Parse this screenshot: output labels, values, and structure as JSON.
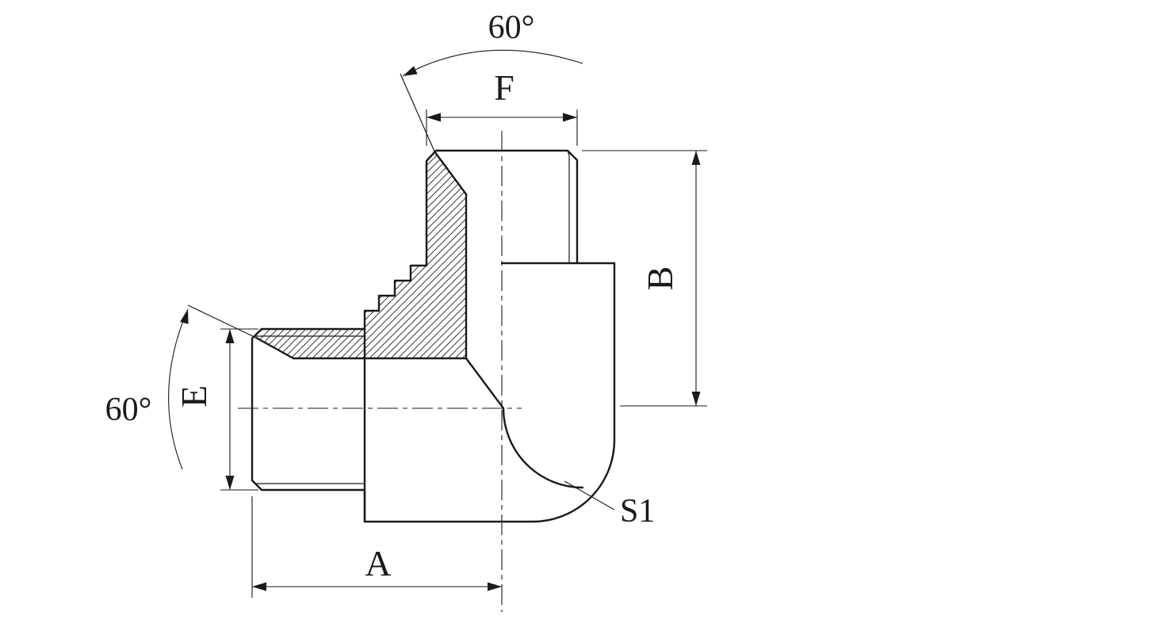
{
  "diagram": {
    "background": "#ffffff",
    "line_color": "#1a1a1a",
    "labels": {
      "angle_top": "60°",
      "angle_left": "60°",
      "f": "F",
      "b": "B",
      "e": "E",
      "a": "A",
      "s1": "S1"
    }
  }
}
